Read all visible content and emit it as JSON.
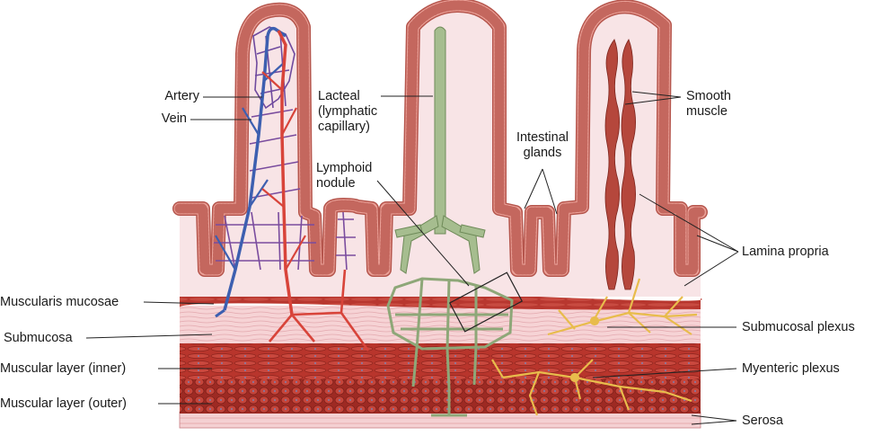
{
  "labels": {
    "artery": "Artery",
    "vein": "Vein",
    "lacteal": "Lacteal\n(lymphatic\ncapillary)",
    "lymphoid_nodule": "Lymphoid\nnodule",
    "intestinal_glands": "Intestinal\nglands",
    "smooth_muscle": "Smooth\nmuscle",
    "lamina_propria": "Lamina propria",
    "muscularis_mucosae": "Muscularis mucosae",
    "submucosa": "Submucosa",
    "muscular_inner": "Muscular layer (inner)",
    "muscular_outer": "Muscular layer (outer)",
    "submucosal_plexus": "Submucosal plexus",
    "myenteric_plexus": "Myenteric plexus",
    "serosa": "Serosa"
  },
  "colors": {
    "epithelium": "#e8998f",
    "epithelium_dark": "#b5554c",
    "lamina": "#f8e4e6",
    "muscularis_mucosae": "#b8372f",
    "submucosa": "#f5c9cc",
    "muscle_inner": "#b8352c",
    "muscle_outer": "#a62e26",
    "serosa": "#f2c6c8",
    "artery": "#d8443a",
    "vein": "#3d5fb0",
    "lacteal": "#a6bd8f",
    "nerve": "#f0c75a",
    "smooth_muscle": "#b5473c"
  }
}
